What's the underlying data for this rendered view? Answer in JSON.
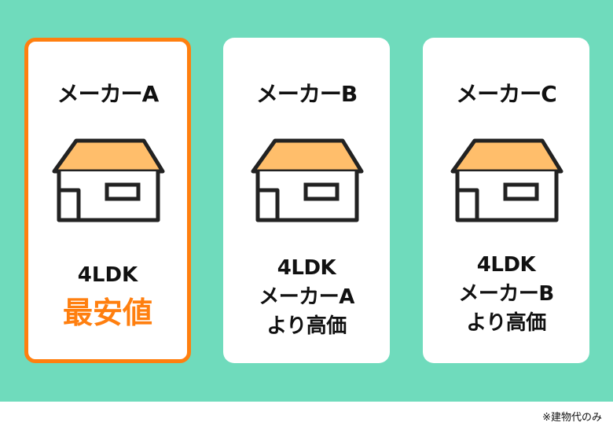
{
  "cards": [
    {
      "maker": "メーカーA",
      "plan": "4LDK",
      "price_note": "最安値"
    },
    {
      "maker": "メーカーB",
      "plan": "4LDK",
      "compare_line1": "メーカーA",
      "compare_line2": "より高価"
    },
    {
      "maker": "メーカーC",
      "plan": "4LDK",
      "compare_line1": "メーカーB",
      "compare_line2": "より高価"
    }
  ],
  "colors": {
    "background": "#6fdbbc",
    "accent": "#ff7f0f",
    "roof": "#ffbe6b"
  },
  "house_icon": "house-icon",
  "footnote": "※建物代のみ"
}
